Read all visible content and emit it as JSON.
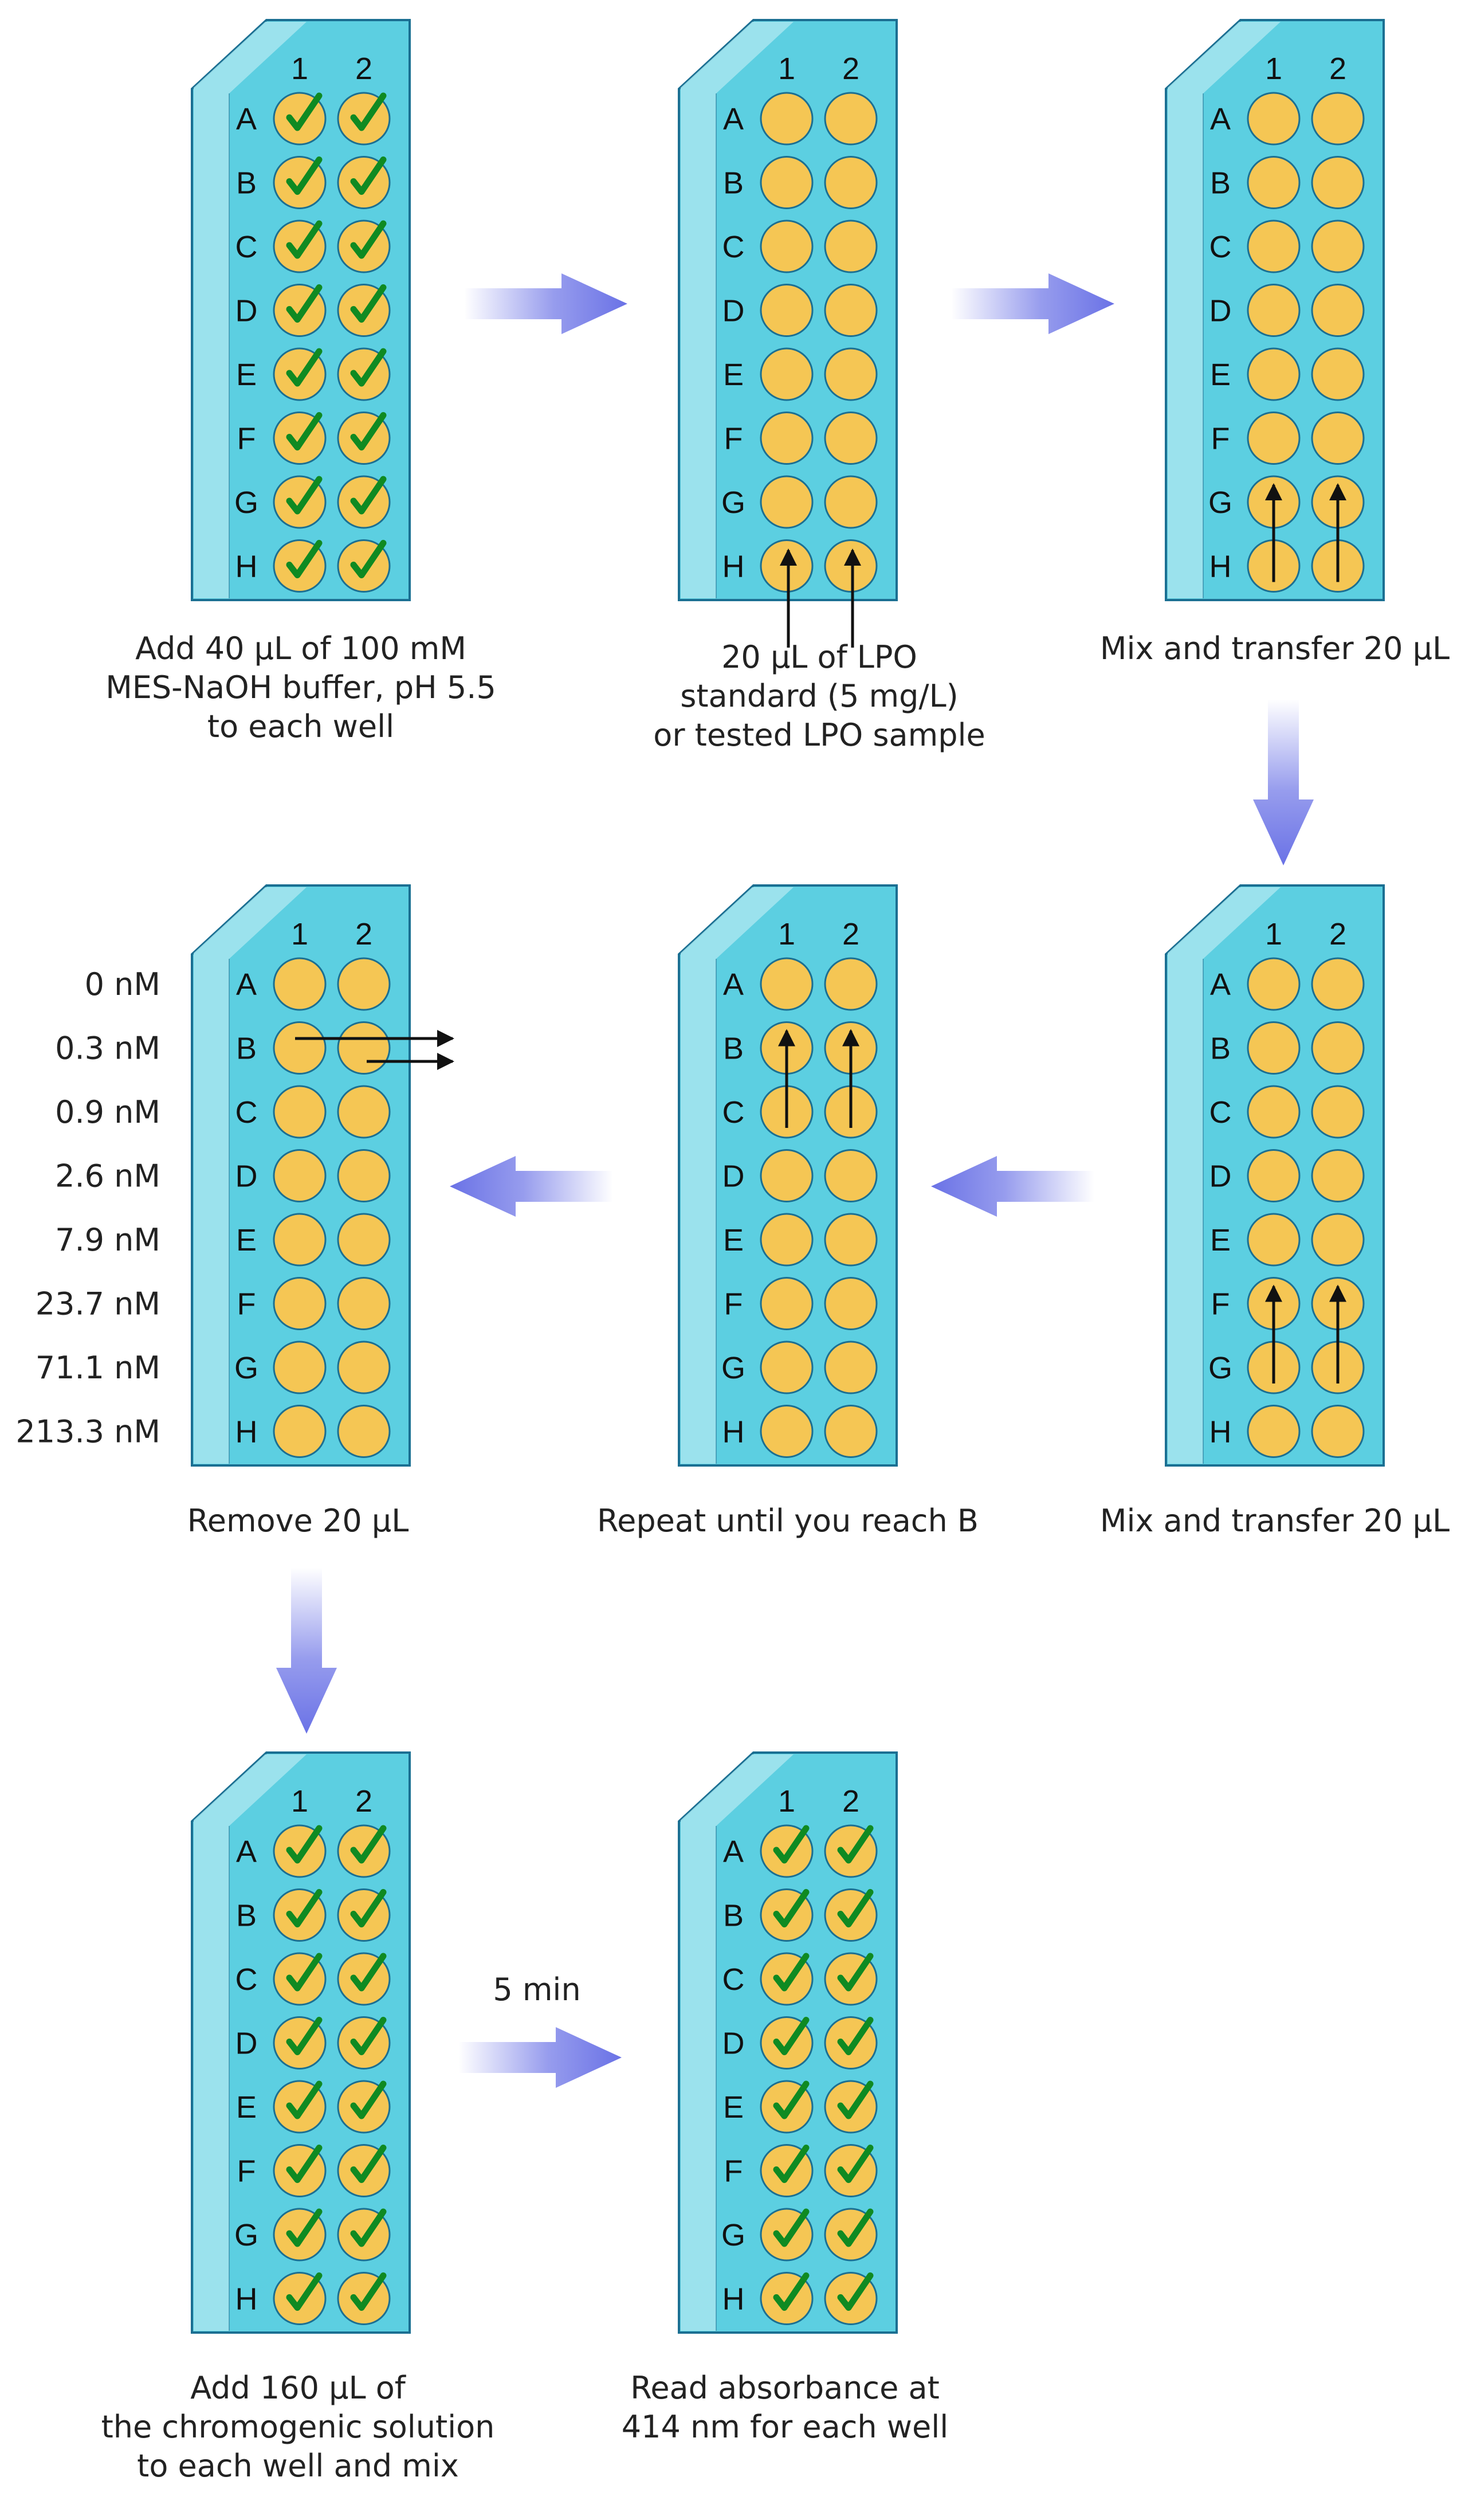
{
  "colors": {
    "plate": "#5ccfe1",
    "plate_stroke": "#1b6f92",
    "plate_tab": "#a6e5ef",
    "well": "#f5c654",
    "well_stroke": "#1b6f92",
    "check": "#0f8a22",
    "arrow": "#6a72e6",
    "black_arrow": "#111111"
  },
  "plate_columns": [
    "1",
    "2"
  ],
  "plate_rows": [
    "A",
    "B",
    "C",
    "D",
    "E",
    "F",
    "G",
    "H"
  ],
  "icons": {
    "check": "check-mark-icon",
    "flow_arrow": "gradient-arrow-icon",
    "transfer_arrow": "black-arrow-icon"
  },
  "steps": [
    {
      "id": "add-buffer",
      "checks": "all",
      "caption": [
        "Add 40 µL of 100 mM",
        "MES-NaOH buffer, pH 5.5",
        "to each well"
      ]
    },
    {
      "id": "add-lpo",
      "checks": "none",
      "caption": [
        "20 µL of LPO",
        "standard (5 mg/L)",
        "or tested LPO sample"
      ]
    },
    {
      "id": "transfer-h-g",
      "checks": "none",
      "caption": [
        "Mix and transfer 20 µL"
      ]
    },
    {
      "id": "transfer-g-f",
      "checks": "none",
      "caption": [
        "Mix and transfer 20 µL"
      ]
    },
    {
      "id": "repeat",
      "checks": "none",
      "caption": [
        "Repeat until you reach B"
      ]
    },
    {
      "id": "remove",
      "checks": "none",
      "caption": [
        "Remove 20 µL"
      ]
    },
    {
      "id": "chromogenic",
      "checks": "all",
      "caption": [
        "Add 160 µL of",
        "the chromogenic solution",
        "to each well and mix"
      ]
    },
    {
      "id": "read",
      "checks": "all",
      "caption": [
        "Read absorbance at",
        "414 nm for each well"
      ]
    }
  ],
  "concentrations": [
    "0 nM",
    "0.3 nM",
    "0.9 nM",
    "2.6 nM",
    "7.9 nM",
    "23.7 nM",
    "71.1 nM",
    "213.3 nM"
  ],
  "incubation_label": "5 min"
}
